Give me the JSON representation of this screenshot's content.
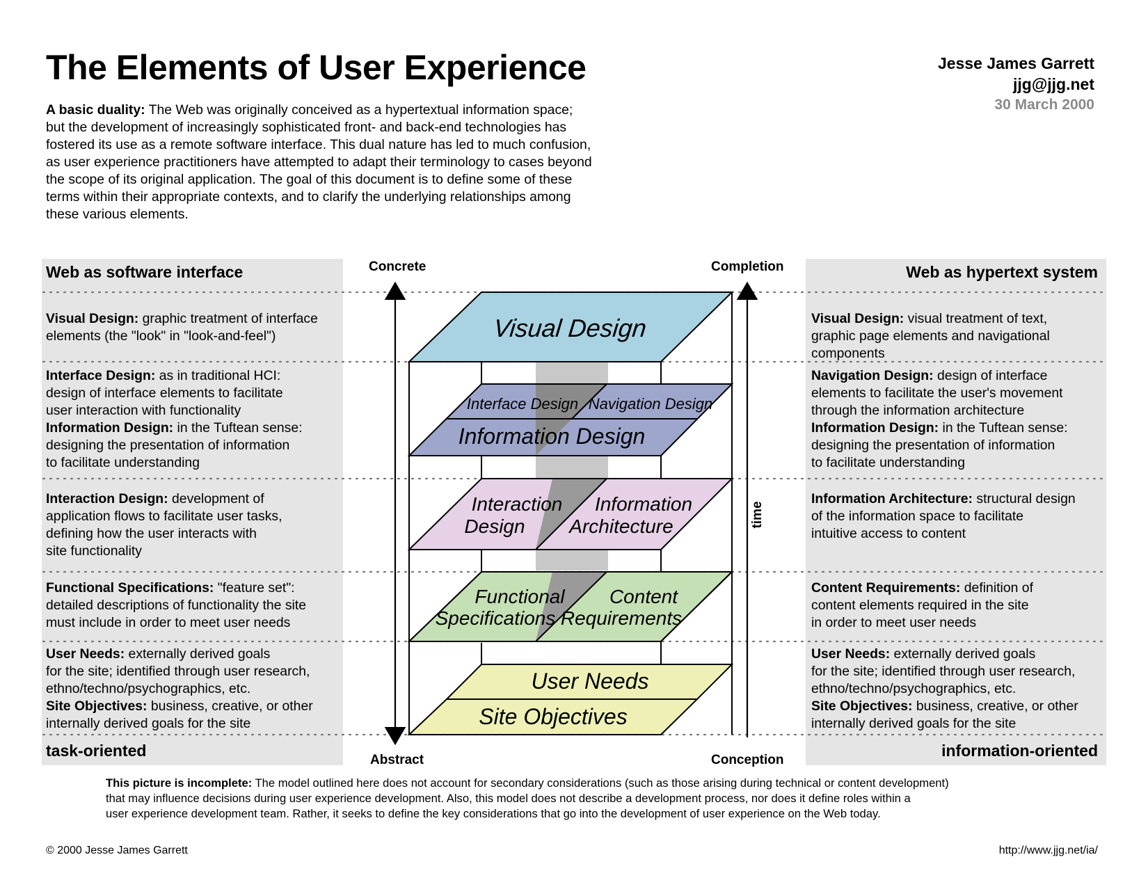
{
  "title": "The Elements of User Experience",
  "author": {
    "name": "Jesse James Garrett",
    "email": "jjg@jjg.net",
    "date": "30 March 2000"
  },
  "intro": {
    "lead": "A basic duality:",
    "text": " The Web was originally conceived as a hypertextual information space;\nbut the development of increasingly sophisticated front- and back-end technologies has\nfostered its use as a remote software interface. This dual nature has led to much confusion,\nas user experience practitioners have attempted to adapt their terminology to cases beyond\nthe scope of its original application. The goal of this document is to define some of these\nterms within their appropriate contexts, and to clarify the underlying relationships among\nthese various elements."
  },
  "left": {
    "heading": "Web as software interface",
    "footer": "task-oriented",
    "blocks": [
      [
        {
          "term": "Visual Design:",
          "text": " graphic treatment of interface\nelements (the \"look\" in \"look-and-feel\")"
        }
      ],
      [
        {
          "term": "Interface Design:",
          "text": " as in traditional HCI:\ndesign of interface elements to facilitate\nuser interaction with functionality"
        },
        {
          "term": "Information Design:",
          "text": " in the Tuftean sense:\ndesigning the presentation of information\nto facilitate understanding"
        }
      ],
      [
        {
          "term": "Interaction Design:",
          "text": " development of\napplication flows to facilitate user tasks,\ndefining how the user interacts with\nsite functionality"
        }
      ],
      [
        {
          "term": "Functional Specifications:",
          "text": " \"feature set\":\ndetailed descriptions of functionality the site\nmust include in order to meet user needs"
        }
      ],
      [
        {
          "term": "User Needs:",
          "text": " externally derived goals\nfor the site; identified through user research,\nethno/techno/psychographics, etc."
        },
        {
          "term": "Site Objectives:",
          "text": " business, creative, or other\ninternally derived goals for the site"
        }
      ]
    ]
  },
  "right": {
    "heading": "Web as hypertext system",
    "footer": "information-oriented",
    "blocks": [
      [
        {
          "term": "Visual Design:",
          "text": " visual treatment of text,\ngraphic page elements and navigational\ncomponents"
        }
      ],
      [
        {
          "term": "Navigation Design:",
          "text": " design of interface\nelements to facilitate the user's movement\nthrough the information architecture"
        },
        {
          "term": "Information Design:",
          "text": " in the Tuftean sense:\ndesigning the presentation of information\nto facilitate understanding"
        }
      ],
      [
        {
          "term": "Information Architecture:",
          "text": " structural design\nof the information space to facilitate\nintuitive access to content"
        }
      ],
      [
        {
          "term": "Content Requirements:",
          "text": " definition of\ncontent elements required in the site\nin order to meet user needs"
        }
      ],
      [
        {
          "term": "User Needs:",
          "text": " externally derived goals\nfor the site; identified through user research,\nethno/techno/psychographics, etc."
        },
        {
          "term": "Site Objectives:",
          "text": " business, creative, or other\ninternally derived goals for the site"
        }
      ]
    ]
  },
  "axes": {
    "top_left": "Concrete",
    "bottom_left": "Abstract",
    "top_right": "Completion",
    "bottom_right": "Conception",
    "time": "time"
  },
  "planes": {
    "visual": "Visual Design",
    "interface": "Interface Design",
    "navigation": "Navigation Design",
    "information_design": "Information Design",
    "interaction": [
      "Interaction",
      "Design"
    ],
    "architecture": [
      "Information",
      "Architecture"
    ],
    "functional": [
      "Functional",
      "Specifications"
    ],
    "content": [
      "Content",
      "Requirements"
    ],
    "user_needs": "User Needs",
    "site_objectives": "Site Objectives"
  },
  "colors": {
    "visual": "#a9d3e3",
    "information": "#9ea6cc",
    "structure": "#e6d1e6",
    "scope": "#c6e0b6",
    "strategy": "#eef0b6",
    "shadow": "#8f8f8f",
    "panel": "#e5e5e5"
  },
  "footer": {
    "lead": "This picture is incomplete:",
    "text": " The model outlined here does not account for secondary considerations (such as those arising during technical or content development)\nthat may influence decisions during user experience development. Also, this model does not describe a development process, nor does it define roles within a\nuser experience development team. Rather, it seeks to define the key considerations that go into the development of user experience on the Web today.",
    "copyright": "© 2000 Jesse James Garrett",
    "url": "http://www.jjg.net/ia/"
  }
}
